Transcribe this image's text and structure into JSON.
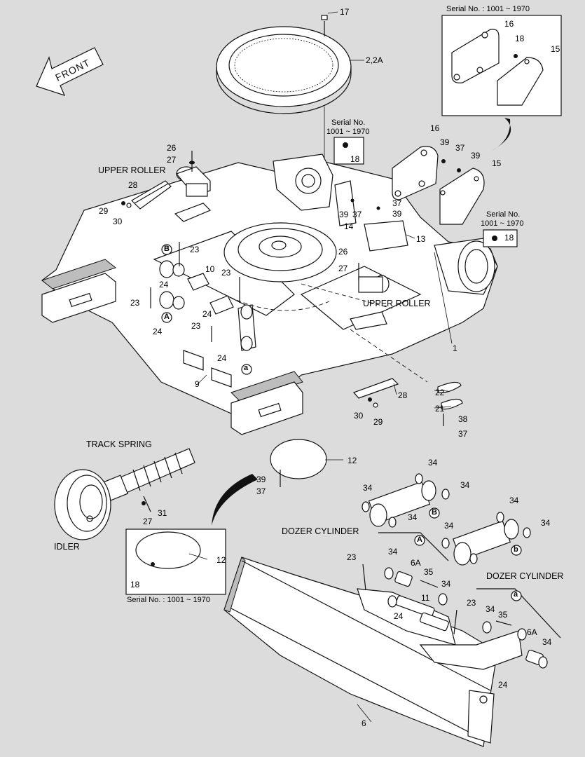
{
  "sections": {
    "front": "FRONT",
    "upper_roller_top": "UPPER ROLLER",
    "upper_roller_mid": "UPPER ROLLER",
    "track_spring": "TRACK SPRING",
    "idler": "IDLER",
    "dozer_cylinder_left": "DOZER CYLINDER",
    "dozer_cylinder_right": "DOZER CYLINDER"
  },
  "serial_notes": {
    "top_right_box": "Serial No. : 1001 ~ 1970",
    "mid_left_line1": "Serial No.",
    "mid_left_line2": "1001 ~ 1970",
    "mid_right_line1": "Serial No.",
    "mid_right_line2": "1001 ~ 1970",
    "bottom_box": "Serial No. : 1001 ~ 1970"
  },
  "detail_refs": {
    "B_upper": "B",
    "A_left": "A",
    "a_left": "a",
    "A_dozer": "A",
    "B_dozer": "B",
    "b_dozer": "b",
    "a_dozer": "a"
  },
  "part_labels": {
    "p17": "17",
    "p2_2a": "2,2A",
    "p16_box": "16",
    "p18_box": "18",
    "p15_box": "15",
    "p16": "16",
    "p39a": "39",
    "p37a": "37",
    "p39b": "39",
    "p15": "15",
    "p18_mid": "18",
    "p26_top": "26",
    "p27_top": "27",
    "p28_top": "28",
    "p29_top": "29",
    "p30_top": "30",
    "p39c": "39",
    "p37c": "37",
    "p14": "14",
    "p37d": "37",
    "p39d": "39",
    "p13": "13",
    "p18_right": "18",
    "p23a": "23",
    "p10": "10",
    "p23b": "23",
    "p24a": "24",
    "p23c": "23",
    "p26_mid": "26",
    "p27_mid": "27",
    "p24b": "24",
    "p23d": "23",
    "p24c": "24",
    "p24d": "24",
    "p9": "9",
    "p1": "1",
    "p22": "22",
    "p21": "21",
    "p28_mid": "28",
    "p30_mid": "30",
    "p29_mid": "29",
    "p38": "38",
    "p37e": "37",
    "p12": "12",
    "p39e": "39",
    "p37f": "37",
    "p27_low": "27",
    "p31": "31",
    "p12_box": "12",
    "p18_box_low": "18",
    "p34a": "34",
    "p34b": "34",
    "p34c": "34",
    "p34d": "34",
    "p34e": "34",
    "p34f": "34",
    "p34g": "34",
    "p23e": "23",
    "p6a_left": "6A",
    "p35_left": "35",
    "p34h": "34",
    "p34i": "34",
    "p11": "11",
    "p24e": "24",
    "p23f": "23",
    "p34j": "34",
    "p35_right": "35",
    "p6a_right": "6A",
    "p34k": "34",
    "p24f": "24",
    "p6": "6"
  }
}
